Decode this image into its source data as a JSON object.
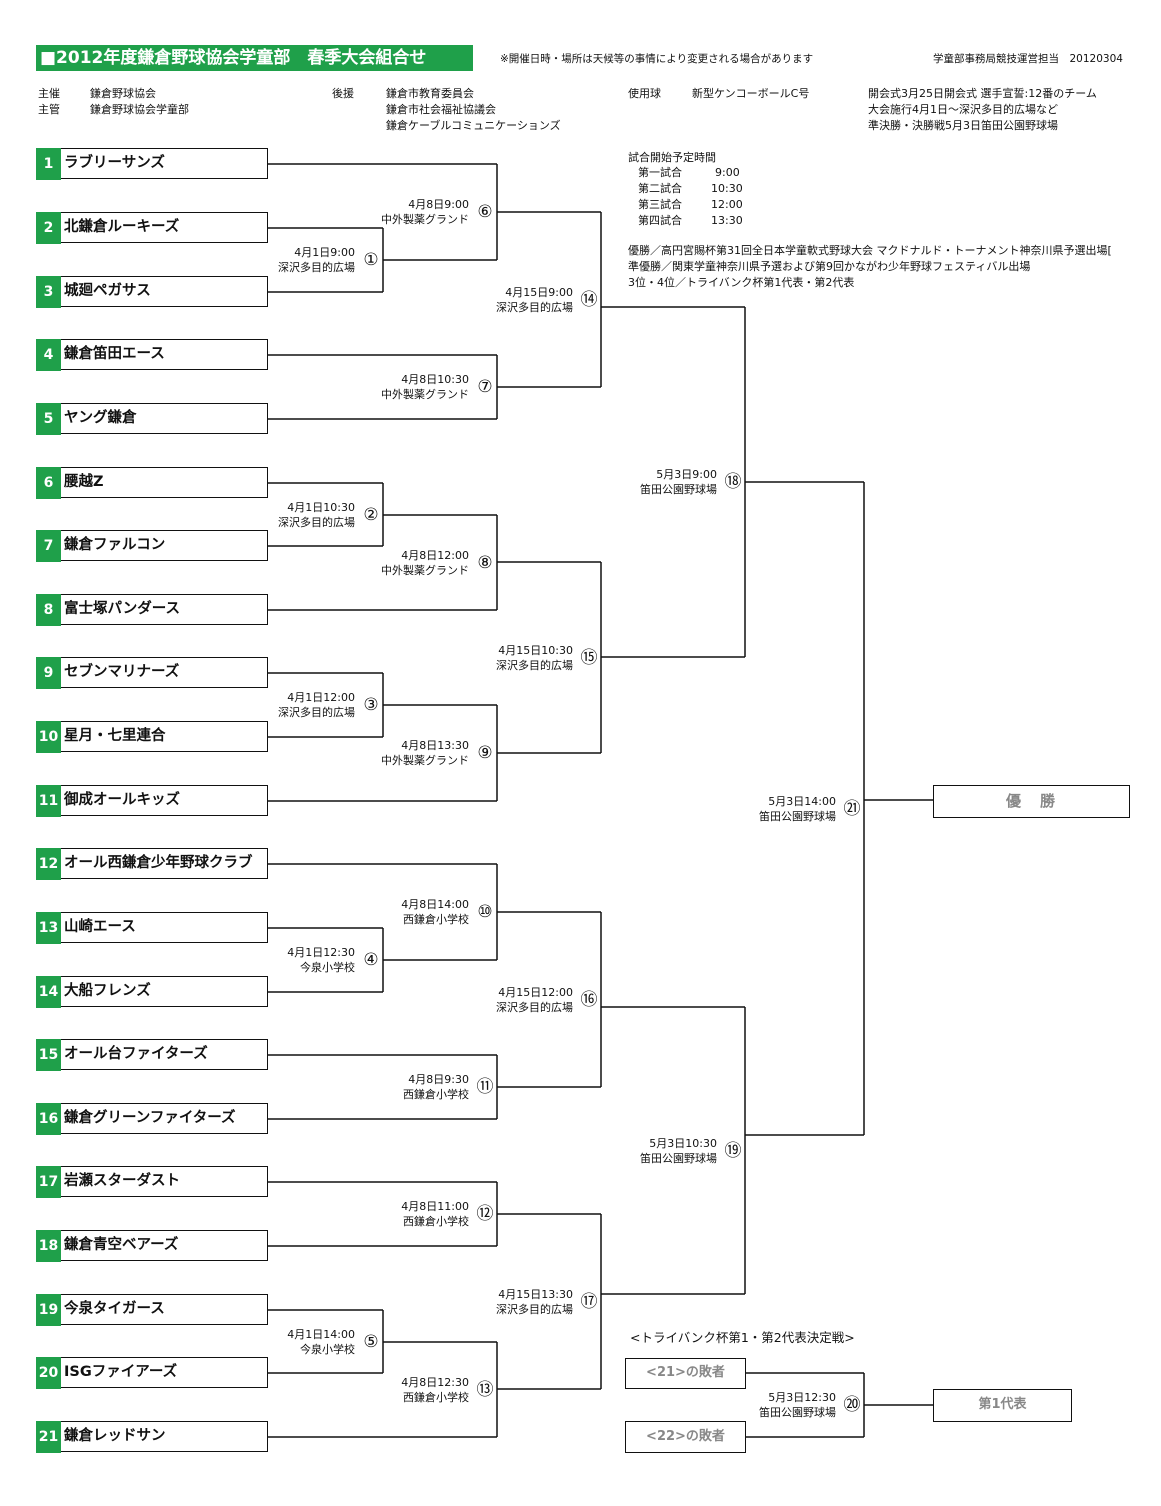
{
  "header": {
    "title": "■2012年度鎌倉野球協会学童部　春季大会組合せ",
    "notice": "※開催日時・場所は天候等の事情により変更される場合があります",
    "office": "学童部事務局競技運営担当　20120304"
  },
  "organizers": {
    "host_label": "主催",
    "host": "鎌倉野球協会",
    "manager_label": "主管",
    "manager": "鎌倉野球協会学童部",
    "support_label": "後援",
    "supporters": [
      "鎌倉市教育委員会",
      "鎌倉市社会福祉協議会",
      "鎌倉ケーブルコミュニケーションズ"
    ],
    "ball_label": "使用球",
    "ball": "新型ケンコーボールC号"
  },
  "info": [
    "開会式3月25日開会式 選手宣誓:12番のチーム",
    "大会施行4月1日～深沢多目的広場など",
    "準決勝・決勝戦5月3日笛田公園野球場"
  ],
  "schedule": {
    "title": "試合開始予定時間",
    "rows": [
      {
        "label": "第一試合",
        "time": "9:00"
      },
      {
        "label": "第二試合",
        "time": "10:30"
      },
      {
        "label": "第三試合",
        "time": "12:00"
      },
      {
        "label": "第四試合",
        "time": "13:30"
      }
    ]
  },
  "prizes": [
    "優勝／高円宮賜杯第31回全日本学童軟式野球大会 マクドナルド・トーナメント神奈川県予選出場[",
    "準優勝／関東学童神奈川県予選および第9回かながわ少年野球フェスティバル出場",
    "3位・4位／トライバンク杯第1代表・第2代表"
  ],
  "teams": [
    {
      "num": "1",
      "name": "ラブリーサンズ"
    },
    {
      "num": "2",
      "name": "北鎌倉ルーキーズ"
    },
    {
      "num": "3",
      "name": "城廻ペガサス"
    },
    {
      "num": "4",
      "name": "鎌倉笛田エース"
    },
    {
      "num": "5",
      "name": "ヤング鎌倉"
    },
    {
      "num": "6",
      "name": "腰越Z"
    },
    {
      "num": "7",
      "name": "鎌倉ファルコン"
    },
    {
      "num": "8",
      "name": "富士塚パンダース"
    },
    {
      "num": "9",
      "name": "セブンマリナーズ"
    },
    {
      "num": "10",
      "name": "星月・七里連合"
    },
    {
      "num": "11",
      "name": "御成オールキッズ"
    },
    {
      "num": "12",
      "name": "オール西鎌倉少年野球クラブ"
    },
    {
      "num": "13",
      "name": "山崎エース"
    },
    {
      "num": "14",
      "name": "大船フレンズ"
    },
    {
      "num": "15",
      "name": "オール台ファイターズ"
    },
    {
      "num": "16",
      "name": "鎌倉グリーンファイターズ"
    },
    {
      "num": "17",
      "name": "岩瀬スターダスト"
    },
    {
      "num": "18",
      "name": "鎌倉青空ベアーズ"
    },
    {
      "num": "19",
      "name": "今泉タイガース"
    },
    {
      "num": "20",
      "name": "ISGファイアーズ"
    },
    {
      "num": "21",
      "name": "鎌倉レッドサン"
    }
  ],
  "matches": [
    {
      "id": "①",
      "date": "4月1日9:00",
      "venue": "深沢多目的広場"
    },
    {
      "id": "②",
      "date": "4月1日10:30",
      "venue": "深沢多目的広場"
    },
    {
      "id": "③",
      "date": "4月1日12:00",
      "venue": "深沢多目的広場"
    },
    {
      "id": "④",
      "date": "4月1日12:30",
      "venue": "今泉小学校"
    },
    {
      "id": "⑤",
      "date": "4月1日14:00",
      "venue": "今泉小学校"
    },
    {
      "id": "⑥",
      "date": "4月8日9:00",
      "venue": "中外製薬グランド"
    },
    {
      "id": "⑦",
      "date": "4月8日10:30",
      "venue": "中外製薬グランド"
    },
    {
      "id": "⑧",
      "date": "4月8日12:00",
      "venue": "中外製薬グランド"
    },
    {
      "id": "⑨",
      "date": "4月8日13:30",
      "venue": "中外製薬グランド"
    },
    {
      "id": "⑩",
      "date": "4月8日14:00",
      "venue": "西鎌倉小学校"
    },
    {
      "id": "⑪",
      "date": "4月8日9:30",
      "venue": "西鎌倉小学校"
    },
    {
      "id": "⑫",
      "date": "4月8日11:00",
      "venue": "西鎌倉小学校"
    },
    {
      "id": "⑬",
      "date": "4月8日12:30",
      "venue": "西鎌倉小学校"
    },
    {
      "id": "⑭",
      "date": "4月15日9:00",
      "venue": "深沢多目的広場"
    },
    {
      "id": "⑮",
      "date": "4月15日10:30",
      "venue": "深沢多目的広場"
    },
    {
      "id": "⑯",
      "date": "4月15日12:00",
      "venue": "深沢多目的広場"
    },
    {
      "id": "⑰",
      "date": "4月15日13:30",
      "venue": "深沢多目的広場"
    },
    {
      "id": "⑱",
      "date": "5月3日9:00",
      "venue": "笛田公園野球場"
    },
    {
      "id": "⑲",
      "date": "5月3日10:30",
      "venue": "笛田公園野球場"
    },
    {
      "id": "⑳",
      "date": "5月3日12:30",
      "venue": "笛田公園野球場"
    },
    {
      "id": "㉑",
      "date": "5月3日14:00",
      "venue": "笛田公園野球場"
    }
  ],
  "champion_label": "優　勝",
  "playoff": {
    "title": "<トライバンク杯第1・第2代表決定戦>",
    "loser_a": "<21>の敗者",
    "loser_b": "<22>の敗者",
    "result": "第1代表"
  }
}
